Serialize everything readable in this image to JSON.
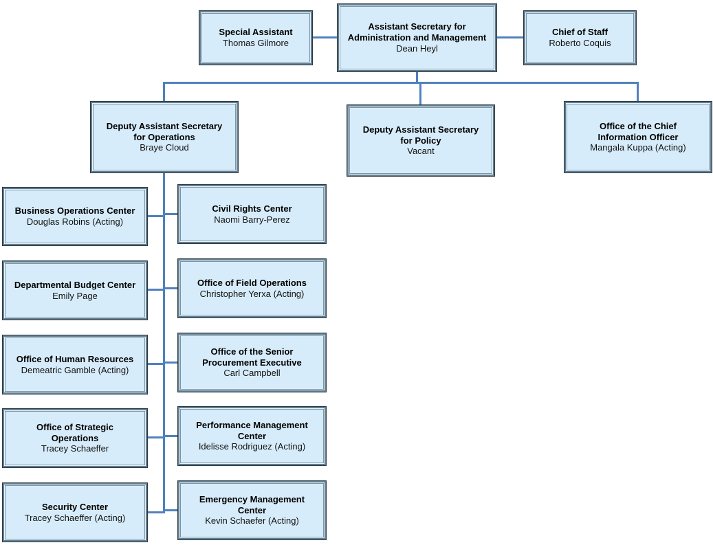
{
  "colors": {
    "node_fill": "#D7ECFA",
    "node_border_outer": "#2E3940",
    "node_border_band": "#607E93",
    "node_border_inner": "#7C96A6",
    "connector": "#4F81BD",
    "text": "#000000",
    "background": "#FFFFFF"
  },
  "org": {
    "special_assistant": {
      "title": "Special Assistant",
      "name": "Thomas Gilmore"
    },
    "root": {
      "title": "Assistant Secretary for Administration and Management",
      "name": "Dean Heyl"
    },
    "chief_of_staff": {
      "title": "Chief of Staff",
      "name": "Roberto Coquis"
    },
    "level2": [
      {
        "title": "Deputy Assistant Secretary for Operations",
        "name": "Braye Cloud"
      },
      {
        "title": "Deputy Assistant Secretary for Policy",
        "name": "Vacant"
      },
      {
        "title": "Office of the Chief Information Officer",
        "name": "Mangala Kuppa (Acting)"
      }
    ],
    "left_column": [
      {
        "title": "Business Operations Center",
        "name": "Douglas Robins (Acting)"
      },
      {
        "title": "Departmental Budget Center",
        "name": "Emily Page"
      },
      {
        "title": "Office of Human Resources",
        "name": "Demeatric Gamble (Acting)"
      },
      {
        "title": "Office of Strategic Operations",
        "name": "Tracey Schaeffer"
      },
      {
        "title": "Security Center",
        "name": "Tracey Schaeffer (Acting)"
      }
    ],
    "right_column": [
      {
        "title": "Civil Rights Center",
        "name": "Naomi Barry-Perez"
      },
      {
        "title": "Office of Field Operations",
        "name": "Christopher Yerxa (Acting)"
      },
      {
        "title": "Office of the Senior Procurement Executive",
        "name": "Carl Campbell"
      },
      {
        "title": "Performance Management Center",
        "name": "Idelisse Rodriguez (Acting)"
      },
      {
        "title": "Emergency Management Center",
        "name": "Kevin Schaefer (Acting)"
      }
    ]
  }
}
